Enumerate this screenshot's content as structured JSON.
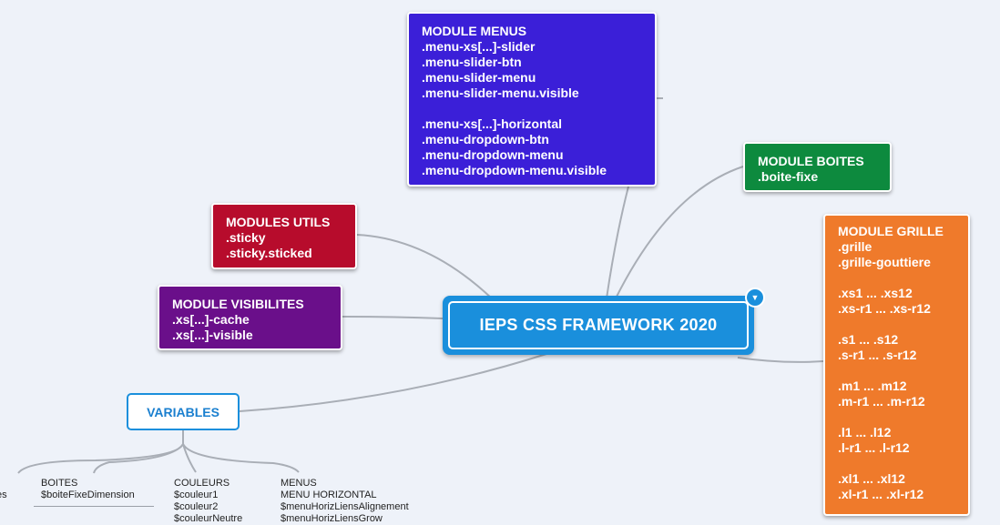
{
  "central": {
    "title": "IEPS CSS FRAMEWORK 2020",
    "toggle_icon": "chevron-down-icon",
    "color": "#1a8fdc"
  },
  "menus": {
    "title": "MODULE MENUS",
    "color": "#3b1fd8",
    "group1": [
      ".menu-xs[...]-slider",
      ".menu-slider-btn",
      ".menu-slider-menu",
      ".menu-slider-menu.visible"
    ],
    "group2": [
      ".menu-xs[...]-horizontal",
      ".menu-dropdown-btn",
      ".menu-dropdown-menu",
      ".menu-dropdown-menu.visible"
    ]
  },
  "boites": {
    "title": "MODULE BOITES",
    "color": "#0d8a3e",
    "items": [
      ".boite-fixe"
    ]
  },
  "utils": {
    "title": "MODULES UTILS",
    "color": "#b70c2c",
    "items": [
      ".sticky",
      ".sticky.sticked"
    ]
  },
  "visibilites": {
    "title": "MODULE VISIBILITES",
    "color": "#6a0f8a",
    "items": [
      ".xs[...]-cache",
      ".xs[...]-visible"
    ]
  },
  "grille": {
    "title": "MODULE GRILLE",
    "color": "#ef7a2b",
    "groups": [
      [
        ".grille",
        ".grille-gouttiere"
      ],
      [
        ".xs1 ... .xs12",
        ".xs-r1 ... .xs-r12"
      ],
      [
        ".s1 ... .s12",
        ".s-r1 ... .s-r12"
      ],
      [
        ".m1 ... .m12",
        ".m-r1 ... .m-r12"
      ],
      [
        ".l1 ... .l12",
        ".l-r1 ... .l-r12"
      ],
      [
        ".xl1 ... .xl12",
        ".xl-r1 ... .xl-r12"
      ]
    ]
  },
  "variables": {
    "title": "VARIABLES",
    "partial_label": "es",
    "boites": [
      "BOITES",
      "$boiteFixeDimension"
    ],
    "couleurs": [
      "COULEURS",
      "$couleur1",
      "$couleur2",
      "$couleurNeutre"
    ],
    "menus": [
      "MENUS",
      "MENU HORIZONTAL",
      "$menuHorizLiensAlignement",
      "$menuHorizLiensGrow"
    ]
  }
}
